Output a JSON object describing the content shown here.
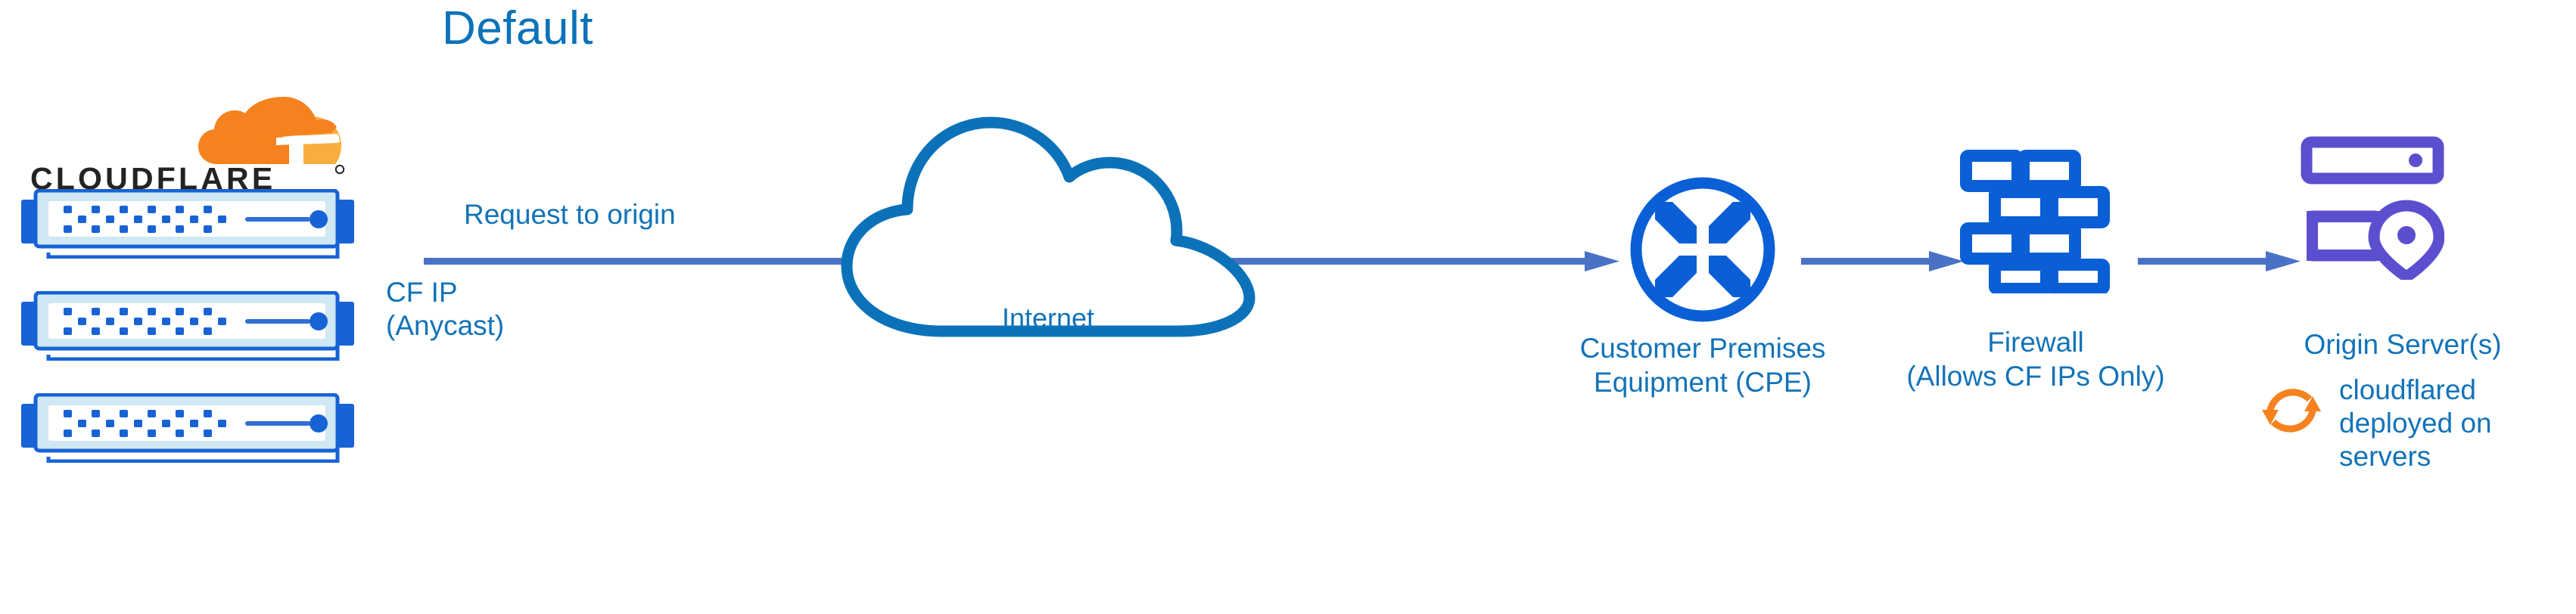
{
  "title": "Default",
  "colors": {
    "title_blue": "#0b72b9",
    "label_blue": "#1273b8",
    "arrow_blue": "#4a72c4",
    "icon_blue": "#0b5fd6",
    "cloud_stroke": "#0b72b9",
    "origin_purple": "#5b4fcf",
    "cloudflare_orange": "#f6821f",
    "cloudflare_orange_light": "#faad3f",
    "server_light": "#cfe8f3"
  },
  "brand": {
    "logo_name": "cloudflare-logo",
    "wordmark": "CLOUDFLARE",
    "registered_mark": "®"
  },
  "server_stack": {
    "name": "cloudflare-edge-servers",
    "count": 3,
    "units": [
      {
        "label": "cloudflare-edge-server-1"
      },
      {
        "label": "cloudflare-edge-server-2"
      },
      {
        "label": "cloudflare-edge-server-3"
      }
    ]
  },
  "flow": {
    "request_label": "Request to origin",
    "ip_label_line1": "CF IP",
    "ip_label_line2": "(Anycast)",
    "arrows": [
      {
        "name": "arrow-edge-to-cpe"
      },
      {
        "name": "arrow-cpe-to-firewall"
      },
      {
        "name": "arrow-firewall-to-origin"
      }
    ]
  },
  "nodes": {
    "internet": {
      "label": "Internet",
      "icon": "cloud-icon"
    },
    "cpe": {
      "label_line1": "Customer Premises",
      "label_line2": "Equipment (CPE)",
      "icon": "router-icon"
    },
    "firewall": {
      "label_line1": "Firewall",
      "label_line2": "(Allows CF IPs Only)",
      "icon": "brick-wall-icon"
    },
    "origin": {
      "label": "Origin Server(s)",
      "icon": "server-location-icon",
      "note_icon": "sync-refresh-icon",
      "note_line1": "cloudflared",
      "note_line2": "deployed on",
      "note_line3": "servers"
    }
  }
}
